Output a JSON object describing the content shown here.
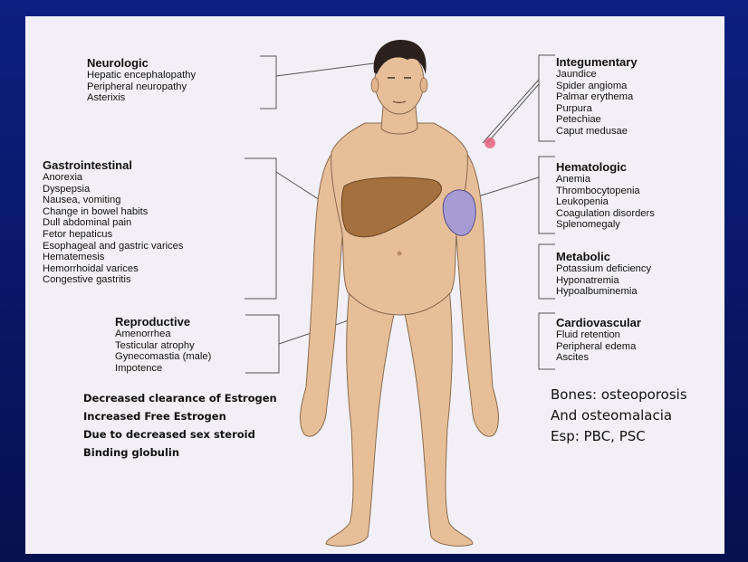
{
  "groups": {
    "neurologic": {
      "title": "Neurologic",
      "items": [
        "Hepatic encephalopathy",
        "Peripheral neuropathy",
        "Asterixis"
      ]
    },
    "gastrointestinal": {
      "title": "Gastrointestinal",
      "items": [
        "Anorexia",
        "Dyspepsia",
        "Nausea, vomiting",
        "Change in bowel habits",
        "Dull abdominal pain",
        "Fetor hepaticus",
        "Esophageal and gastric varices",
        "Hematemesis",
        "Hemorrhoidal varices",
        "Congestive gastritis"
      ]
    },
    "reproductive": {
      "title": "Reproductive",
      "items": [
        "Amenorrhea",
        "Testicular atrophy",
        "Gynecomastia (male)",
        "Impotence"
      ]
    },
    "integumentary": {
      "title": "Integumentary",
      "items": [
        "Jaundice",
        "Spider angioma",
        "Palmar erythema",
        "Purpura",
        "Petechiae",
        "Caput medusae"
      ]
    },
    "hematologic": {
      "title": "Hematologic",
      "items": [
        "Anemia",
        "Thrombocytopenia",
        "Leukopenia",
        "Coagulation disorders",
        "Splenomegaly"
      ]
    },
    "metabolic": {
      "title": "Metabolic",
      "items": [
        "Potassium deficiency",
        "Hyponatremia",
        "Hypoalbuminemia"
      ]
    },
    "cardiovascular": {
      "title": "Cardiovascular",
      "items": [
        "Fluid retention",
        "Peripheral edema",
        "Ascites"
      ]
    }
  },
  "notes": {
    "estrogen": [
      "Decreased clearance of Estrogen",
      "Increased Free Estrogen",
      "Due to decreased sex steroid",
      "Binding globulin"
    ],
    "bones": [
      "Bones: osteoporosis",
      "And osteomalacia",
      "Esp: PBC, PSC"
    ]
  },
  "colors": {
    "background": "#0b1a6e",
    "slide": "#f2f0f6",
    "skin": "#e6bf99",
    "liver": "#a4703d",
    "spleen": "#a79bd4",
    "hair": "#2a211c"
  }
}
